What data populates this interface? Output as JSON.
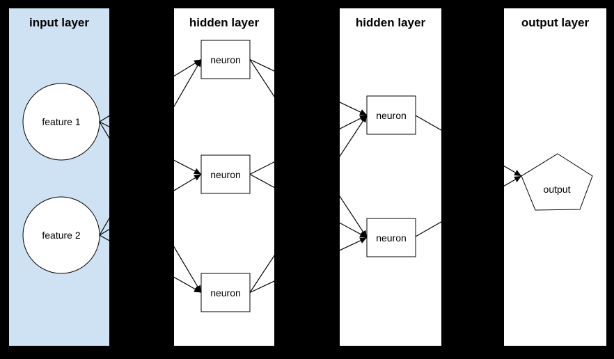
{
  "diagram": {
    "colors": {
      "background": "#000000",
      "input_column_fill": "#cfe2f3",
      "hidden_column_fill": "#ffffff",
      "output_column_fill": "#ffffff",
      "edge_color": "#000000",
      "shape_fill": "#ffffff",
      "shape_stroke": "#000000",
      "text_color": "#000000"
    },
    "layers": [
      {
        "id": "input",
        "title": "input layer",
        "nodes": [
          {
            "id": "f1",
            "shape": "circle",
            "label": "feature 1"
          },
          {
            "id": "f2",
            "shape": "circle",
            "label": "feature 2"
          }
        ]
      },
      {
        "id": "hidden1",
        "title": "hidden layer",
        "nodes": [
          {
            "id": "h1a",
            "shape": "rect",
            "label": "neuron"
          },
          {
            "id": "h1b",
            "shape": "rect",
            "label": "neuron"
          },
          {
            "id": "h1c",
            "shape": "rect",
            "label": "neuron"
          }
        ]
      },
      {
        "id": "hidden2",
        "title": "hidden layer",
        "nodes": [
          {
            "id": "h2a",
            "shape": "rect",
            "label": "neuron"
          },
          {
            "id": "h2b",
            "shape": "rect",
            "label": "neuron"
          }
        ]
      },
      {
        "id": "output",
        "title": "output layer",
        "nodes": [
          {
            "id": "out",
            "shape": "pentagon",
            "label": "output"
          }
        ]
      }
    ],
    "connections": [
      {
        "from": "f1",
        "to": "h1a"
      },
      {
        "from": "f1",
        "to": "h1b"
      },
      {
        "from": "f1",
        "to": "h1c"
      },
      {
        "from": "f2",
        "to": "h1a"
      },
      {
        "from": "f2",
        "to": "h1b"
      },
      {
        "from": "f2",
        "to": "h1c"
      },
      {
        "from": "h1a",
        "to": "h2a"
      },
      {
        "from": "h1a",
        "to": "h2b"
      },
      {
        "from": "h1b",
        "to": "h2a"
      },
      {
        "from": "h1b",
        "to": "h2b"
      },
      {
        "from": "h1c",
        "to": "h2a"
      },
      {
        "from": "h1c",
        "to": "h2b"
      },
      {
        "from": "h2a",
        "to": "out"
      },
      {
        "from": "h2b",
        "to": "out"
      }
    ]
  }
}
